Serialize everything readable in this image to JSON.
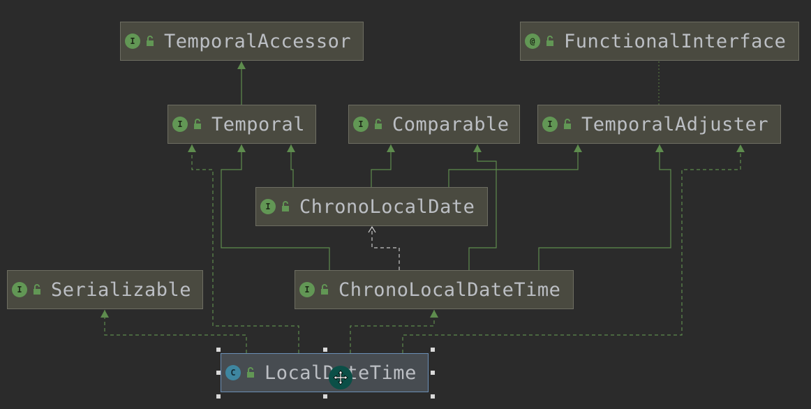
{
  "diagram": {
    "nodes": [
      {
        "id": "temporal-accessor",
        "badge": "I",
        "kind": "interface",
        "label": "TemporalAccessor"
      },
      {
        "id": "functional-interface",
        "badge": "@",
        "kind": "annotation",
        "label": "FunctionalInterface"
      },
      {
        "id": "temporal",
        "badge": "I",
        "kind": "interface",
        "label": "Temporal"
      },
      {
        "id": "comparable",
        "badge": "I",
        "kind": "interface",
        "label": "Comparable"
      },
      {
        "id": "temporal-adjuster",
        "badge": "I",
        "kind": "interface",
        "label": "TemporalAdjuster"
      },
      {
        "id": "chrono-local-date",
        "badge": "I",
        "kind": "interface",
        "label": "ChronoLocalDate"
      },
      {
        "id": "serializable",
        "badge": "I",
        "kind": "interface",
        "label": "Serializable"
      },
      {
        "id": "chrono-local-date-time",
        "badge": "I",
        "kind": "interface",
        "label": "ChronoLocalDateTime"
      },
      {
        "id": "local-date-time",
        "badge": "C",
        "kind": "class",
        "label": "LocalDateTime",
        "selected": true
      }
    ],
    "edges": [
      {
        "from": "temporal",
        "to": "temporal-accessor",
        "type": "extends"
      },
      {
        "from": "temporal-adjuster",
        "to": "functional-interface",
        "type": "annotation"
      },
      {
        "from": "chrono-local-date",
        "to": "temporal",
        "type": "extends"
      },
      {
        "from": "chrono-local-date",
        "to": "comparable",
        "type": "extends"
      },
      {
        "from": "chrono-local-date",
        "to": "temporal-adjuster",
        "type": "extends"
      },
      {
        "from": "chrono-local-date-time",
        "to": "temporal",
        "type": "extends"
      },
      {
        "from": "chrono-local-date-time",
        "to": "comparable",
        "type": "extends"
      },
      {
        "from": "chrono-local-date-time",
        "to": "temporal-adjuster",
        "type": "extends"
      },
      {
        "from": "chrono-local-date-time",
        "to": "chrono-local-date",
        "type": "dependency"
      },
      {
        "from": "local-date-time",
        "to": "serializable",
        "type": "implements"
      },
      {
        "from": "local-date-time",
        "to": "temporal",
        "type": "implements"
      },
      {
        "from": "local-date-time",
        "to": "chrono-local-date-time",
        "type": "implements"
      },
      {
        "from": "local-date-time",
        "to": "temporal-adjuster",
        "type": "implements"
      }
    ],
    "colors": {
      "background": "#2b2b2b",
      "node_fill": "#4a4a40",
      "node_border": "#6e6e62",
      "selected_fill": "#474c51",
      "selected_border": "#6b8fb6",
      "edge_solid": "#5e8c4e",
      "edge_dashed": "#5e8c4e",
      "dependency": "#c8c8c8",
      "annotation_link": "#56733f",
      "interface_badge": "#629755",
      "class_badge": "#3e86a0",
      "text": "#bcbfc4"
    },
    "icons": {
      "interface": "interface-icon",
      "annotation": "annotation-icon",
      "class": "class-icon",
      "visibility": "public-lock-icon",
      "cursor": "move-cursor-icon"
    }
  }
}
